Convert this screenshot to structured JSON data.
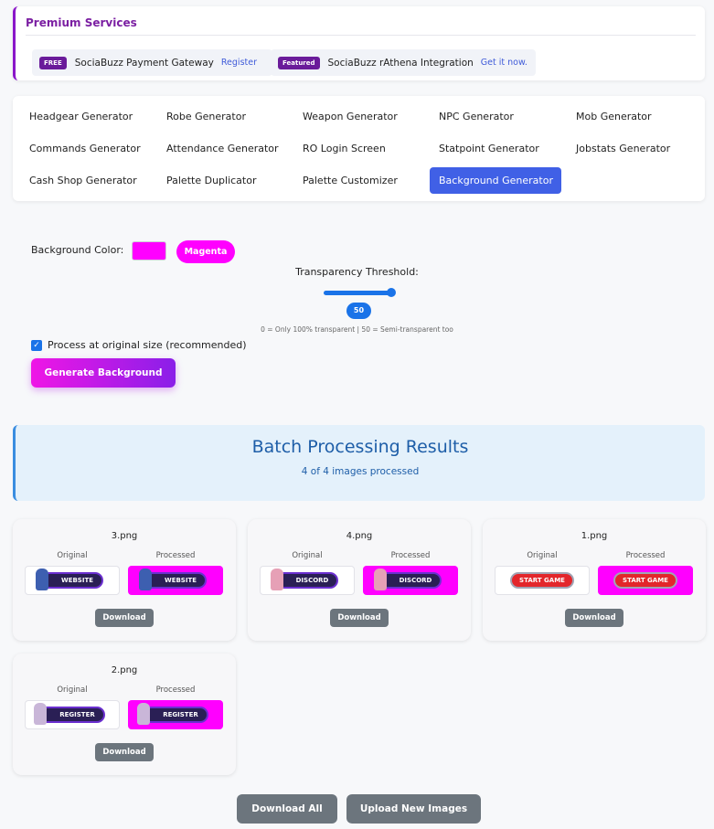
{
  "premium": {
    "title": "Premium Services",
    "services": [
      {
        "badge": "FREE",
        "name": "SociaBuzz Payment Gateway",
        "link": "Register"
      },
      {
        "badge": "Featured",
        "name": "SociaBuzz rAthena Integration",
        "link": "Get it now."
      }
    ]
  },
  "nav": {
    "items": [
      "Headgear Generator",
      "Robe Generator",
      "Weapon Generator",
      "NPC Generator",
      "Mob Generator",
      "Commands Generator",
      "Attendance Generator",
      "RO Login Screen",
      "Statpoint Generator",
      "Jobstats Generator",
      "Cash Shop Generator",
      "Palette Duplicator",
      "Palette Customizer",
      "Background Generator"
    ],
    "active": "Background Generator"
  },
  "controls": {
    "bg_label": "Background Color:",
    "bg_color": "#ff00ff",
    "bg_color_name": "Magenta",
    "threshold_label": "Transparency Threshold:",
    "threshold_value": "50",
    "threshold_help": "0 = Only 100% transparent | 50 = Semi-transparent too",
    "original_size_label": "Process at original size (recommended)",
    "original_size_checked": true,
    "generate_label": "Generate Background"
  },
  "batch": {
    "title": "Batch Processing Results",
    "subtitle": "4 of 4 images processed"
  },
  "results": {
    "original_label": "Original",
    "processed_label": "Processed",
    "download_label": "Download",
    "items": [
      {
        "file": "3.png",
        "button_text": "WEBSITE",
        "style": "dark",
        "figure_color": "#3d5fb0"
      },
      {
        "file": "4.png",
        "button_text": "DISCORD",
        "style": "dark",
        "figure_color": "#e6a0b6"
      },
      {
        "file": "1.png",
        "button_text": "START GAME",
        "style": "red",
        "figure_color": "#7d86c6"
      },
      {
        "file": "2.png",
        "button_text": "REGISTER",
        "style": "dark",
        "figure_color": "#c9b6d8"
      }
    ]
  },
  "bottom": {
    "download_all": "Download All",
    "upload_new": "Upload New Images"
  }
}
